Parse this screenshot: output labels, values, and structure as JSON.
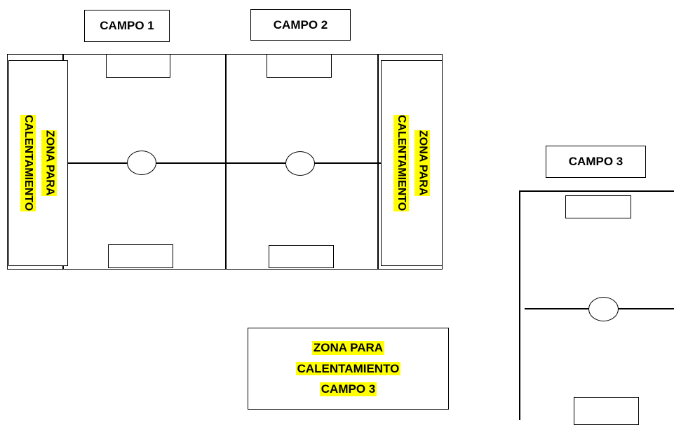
{
  "labels": {
    "campo1": "CAMPO 1",
    "campo2": "CAMPO 2",
    "campo3": "CAMPO 3"
  },
  "warmup_left": {
    "line1": "ZONA PARA",
    "line2": "CALENTAMIENTO"
  },
  "warmup_right": {
    "line1": "ZONA PARA",
    "line2": "CALENTAMIENTO"
  },
  "warmup_campo3": {
    "line1": "ZONA PARA",
    "line2": "CALENTAMIENTO",
    "line3": "CAMPO 3"
  },
  "colors": {
    "highlight": "#ffff00",
    "stroke": "#000000"
  }
}
